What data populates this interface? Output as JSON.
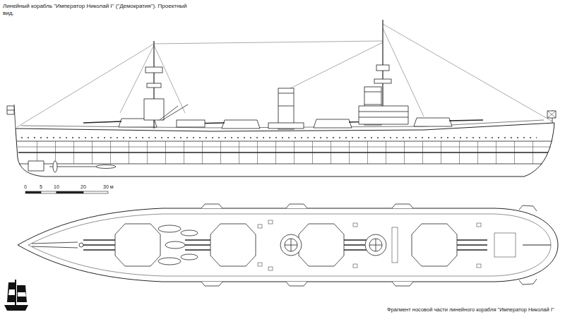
{
  "diagram": {
    "title": "Линейный корабль \"Император Николай I\" (\"Демократия\"). Проектный вид.",
    "caption": "Фрагмент носовой части линейного корабля \"Император Николай I\"",
    "labels": [
      "0",
      "5",
      "10",
      "20",
      "30 м"
    ]
  }
}
